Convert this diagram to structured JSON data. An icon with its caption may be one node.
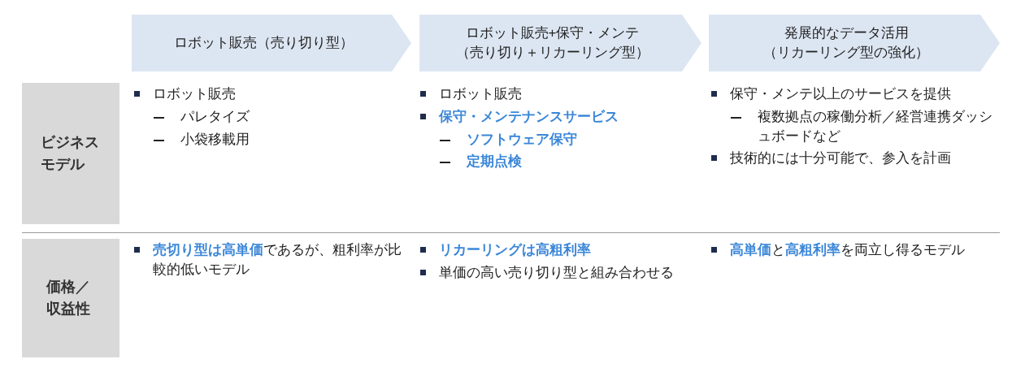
{
  "diagram": {
    "nodes": [
      {
        "text": [
          "ロボット販売（売り切り型）"
        ]
      },
      {
        "text": [
          "ロボット販売+保守・メンテ（売り切り＋リカーリング型）"
        ]
      },
      {
        "text": [
          "発展的なデータ活用（リカーリング型の強化）"
        ]
      },
      {
        "text": [
          "ビジネスモデル"
        ]
      },
      {
        "text": [
          "価格／収益性"
        ]
      }
    ],
    "labels": [
      "ロボット販売",
      "パレタイズ",
      "小袋移載用",
      "ロボット販売",
      "保守・メンテナンスサービス",
      "ソフトウェア保守",
      "定期点検",
      "保守・メンテ以上のサービスを提供",
      "複数拠点の稼働分析／経営連携ダッシュボードなど",
      "技術的には十分可能で、参入を計画",
      "**売切り型は高単価**であるが、粗利率が比較的低いモデル",
      "リカーリングは高粗利率",
      "単価の高い売り切り型と組み合わせる",
      "**高単価**と**高粗利率**を両立し得るモデル"
    ]
  }
}
